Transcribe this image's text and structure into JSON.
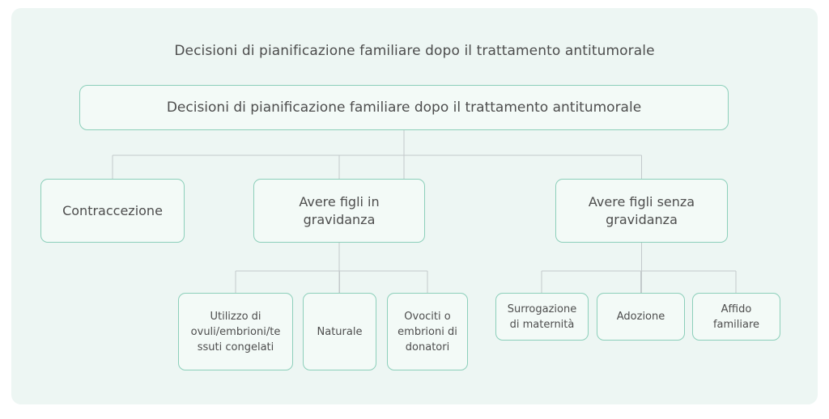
{
  "theme": {
    "page_background": "#ffffff",
    "card_background": "#edf6f3",
    "node_border": "#8ccfba",
    "node_fill": "#f3faf7",
    "connector": "#c3c9cb",
    "text": "#4d4d4d"
  },
  "diagram": {
    "type": "tree",
    "title": "Decisioni di pianificazione familiare dopo il trattamento antitumorale",
    "root": {
      "label": "Decisioni di pianificazione familiare dopo il trattamento antitumorale"
    },
    "level2": [
      {
        "label": "Contraccezione"
      },
      {
        "label": "Avere figli in\ngravidanza"
      },
      {
        "label": "Avere figli senza\ngravidanza"
      }
    ],
    "branch_gravidanza": [
      {
        "label": "Utilizzo di\novuli/embrioni/te\nssuti congelati"
      },
      {
        "label": "Naturale"
      },
      {
        "label": "Ovociti o\nembrioni di\ndonatori"
      }
    ],
    "branch_senza_gravidanza": [
      {
        "label": "Surrogazione\ndi maternità"
      },
      {
        "label": "Adozione"
      },
      {
        "label": "Affido\nfamiliare"
      }
    ]
  }
}
